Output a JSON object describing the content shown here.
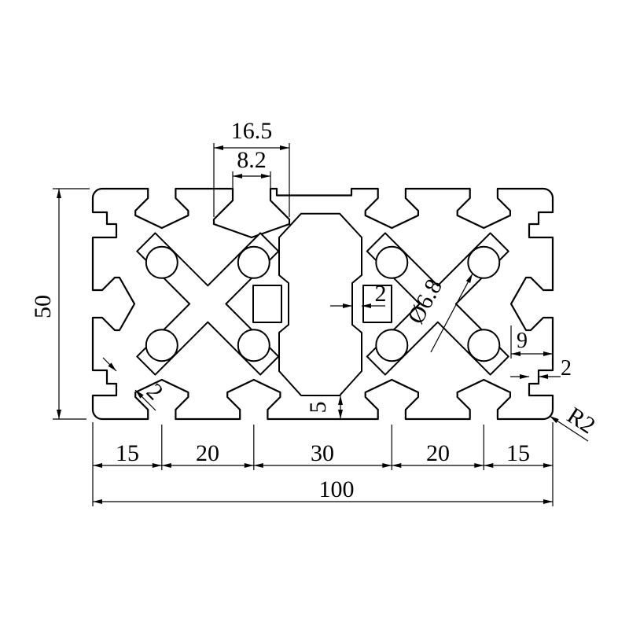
{
  "drawing": {
    "type": "technical-drawing",
    "subject": "aluminum extrusion profile cross-section 50x100 with T-slots",
    "colors": {
      "line": "#000000",
      "background": "#ffffff"
    },
    "dims": {
      "top_slot_head_width": "16.5",
      "top_slot_opening": "8.2",
      "profile_height": "50",
      "center_wall_thickness": "2",
      "hole_diameter": "Ø6.8",
      "side_slot_depth": "9",
      "edge_wall_thickness": "2",
      "corner_radius": "R2",
      "diagonal_wall_thickness": "2",
      "bottom_wall_thickness": "5",
      "pitch_1": "15",
      "pitch_2": "20",
      "pitch_3": "30",
      "pitch_4": "20",
      "pitch_5": "15",
      "profile_width": "100"
    }
  }
}
